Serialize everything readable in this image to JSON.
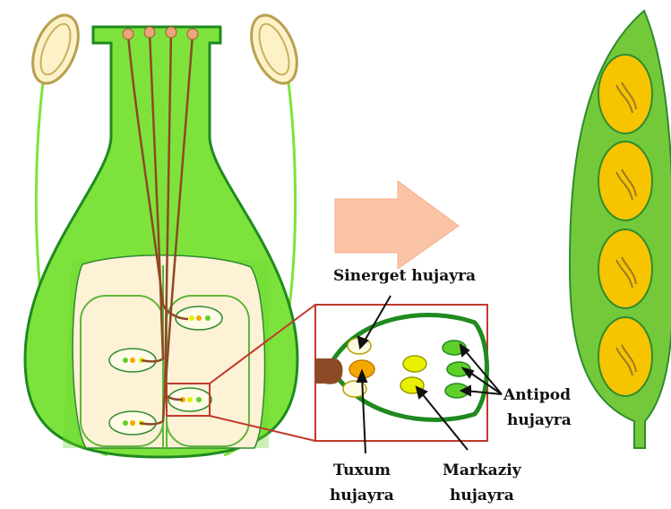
{
  "labels": {
    "synergid": "Sinerget hujayra",
    "antipod_line1": "Antipod",
    "antipod_line2": "hujayra",
    "egg_line1": "Tuxum",
    "egg_line2": "hujayra",
    "central_line1": "Markaziy",
    "central_line2": "hujayra"
  },
  "colors": {
    "pistil_green": "#7de33c",
    "pistil_outline": "#1f8a1f",
    "ovule_cream": "#fdf1d6",
    "pollen_tube": "#8b4a25",
    "arrow_fill": "#fbc3a5",
    "zoom_box": "#c0392b",
    "egg_orange": "#f5a700",
    "central_yellow": "#e8f000",
    "antipod_green": "#5fd02a",
    "pod_green": "#74c93a",
    "seed_yellow": "#f7c400"
  },
  "icons": {
    "transition_arrow": "right-arrow-icon"
  }
}
